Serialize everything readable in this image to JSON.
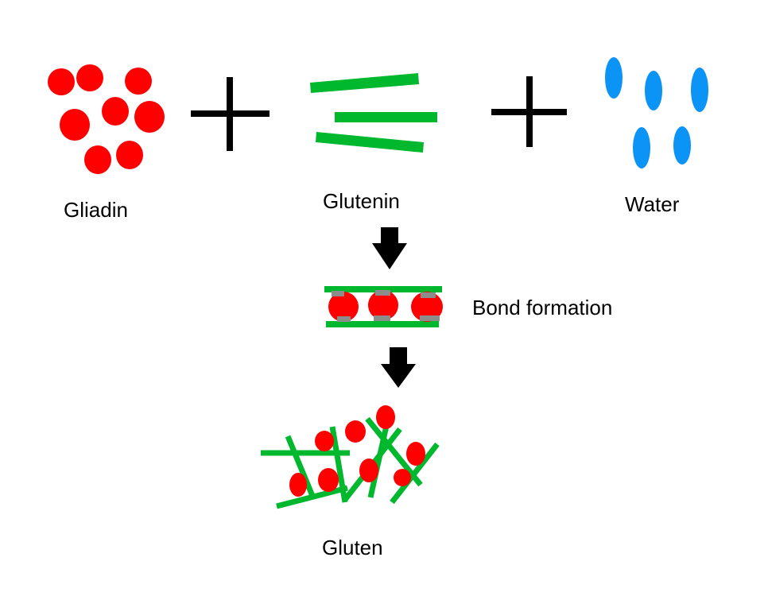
{
  "labels": {
    "gliadin": "Gliadin",
    "glutenin": "Glutenin",
    "water": "Water",
    "bond_formation": "Bond formation",
    "gluten": "Gluten"
  },
  "colors": {
    "gliadin": "#ff0000",
    "glutenin": "#00b82e",
    "water": "#0b93f5",
    "bond": "#8c8c8c",
    "symbol": "#000000"
  },
  "icons": {
    "plus_1": "plus-icon",
    "plus_2": "plus-icon",
    "arrow_1": "down-arrow-icon",
    "arrow_2": "down-arrow-icon"
  }
}
